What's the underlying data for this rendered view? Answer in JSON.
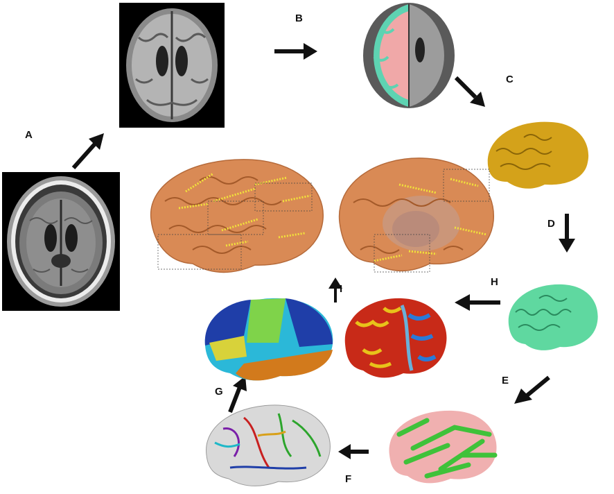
{
  "labels": {
    "A": "A",
    "B": "B",
    "C": "C",
    "D": "D",
    "E": "E",
    "F": "F",
    "G": "G",
    "H": "H",
    "I": "I"
  },
  "colors": {
    "arrow": "#111111",
    "mri_background": "#000000",
    "brain_orange": "#d98a55",
    "brain_gold": "#d4a21a",
    "brain_mint": "#5fd8a0",
    "sulcal_green": "#3fc23a",
    "sulcal_pink": "#f0b0b0",
    "sulci_white": "#d9d9d9",
    "parcel_blue": "#1f3ea8",
    "parcel_cyan": "#2bb8d8",
    "parcel_green": "#7fd34a",
    "parcel_orange": "#d27a1c",
    "parcel_yellow": "#d8d23a",
    "thickness_red": "#c82a18",
    "sulcal_line_yellow": "#f2e23a"
  },
  "icons": [
    "arrow-right",
    "arrow-down",
    "arrow-up",
    "arrow-left",
    "arrow-up-right",
    "arrow-down-right",
    "arrow-down-left"
  ]
}
